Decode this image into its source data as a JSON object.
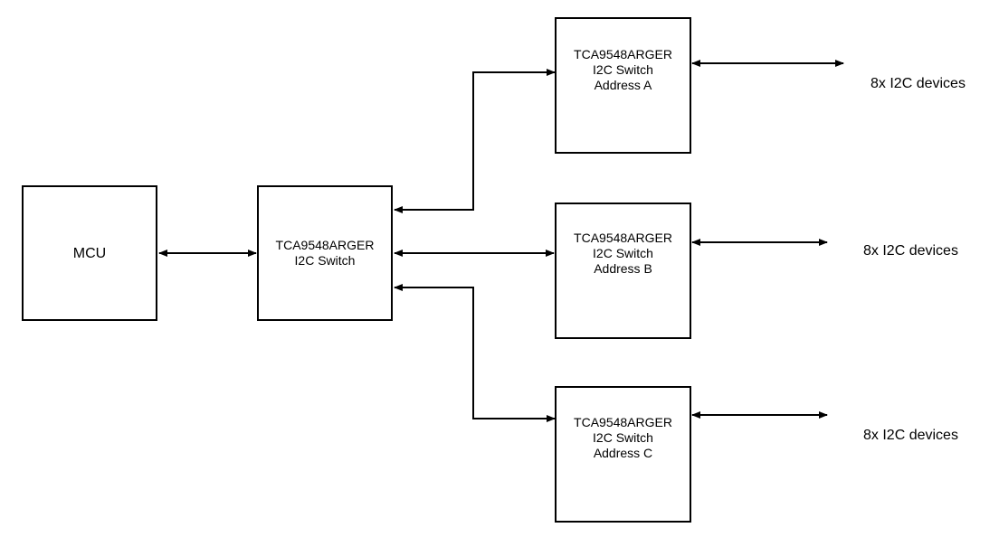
{
  "mcu": {
    "label": "MCU"
  },
  "root_switch": {
    "line1": "TCA9548ARGER",
    "line2": "I2C Switch"
  },
  "switch_a": {
    "line1": "TCA9548ARGER",
    "line2": "I2C Switch",
    "line3": "Address A"
  },
  "switch_b": {
    "line1": "TCA9548ARGER",
    "line2": "I2C Switch",
    "line3": "Address B"
  },
  "switch_c": {
    "line1": "TCA9548ARGER",
    "line2": "I2C Switch",
    "line3": "Address C"
  },
  "devices": {
    "a": "8x I2C devices",
    "b": "8x I2C devices",
    "c": "8x I2C devices"
  },
  "colors": {
    "stroke": "#000000",
    "background": "#ffffff"
  }
}
